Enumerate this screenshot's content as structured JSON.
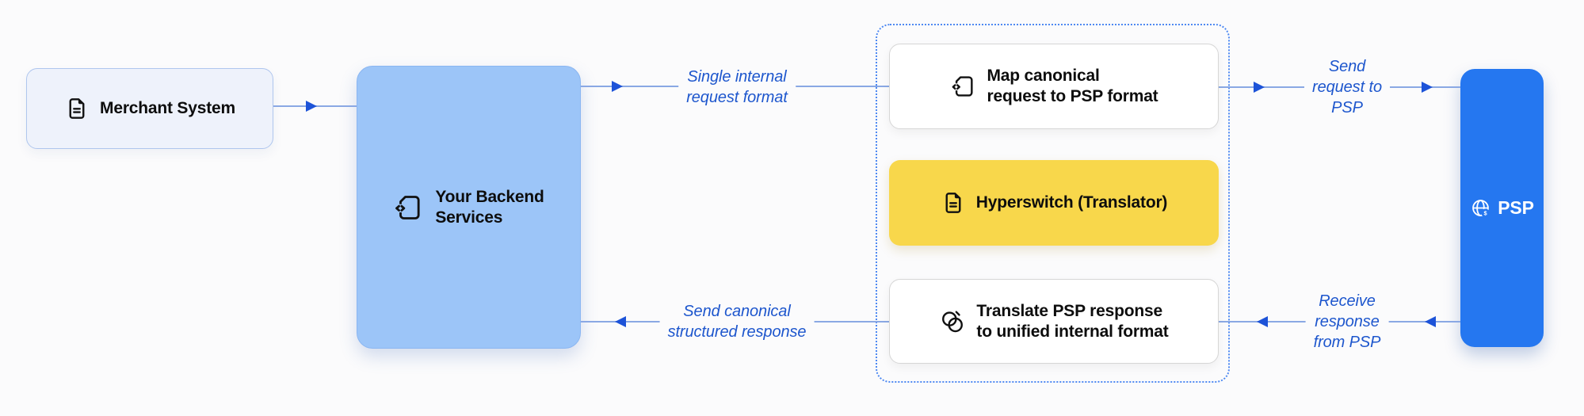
{
  "nodes": {
    "merchant": {
      "label": "Merchant System",
      "icon": "document-icon",
      "fill": "#eef2fb",
      "border": "#afc6ee"
    },
    "backend": {
      "label": "Your Backend\nServices",
      "icon": "code-file-icon",
      "fill": "#9cc5f8"
    },
    "translator_group": {
      "map_request": {
        "label": "Map canonical\nrequest to PSP format",
        "icon": "code-file-icon",
        "fill": "#ffffff"
      },
      "hyperswitch": {
        "label": "Hyperswitch (Translator)",
        "icon": "document-icon",
        "fill": "#f8d74b"
      },
      "translate_response": {
        "label": "Translate PSP response\nto unified internal format",
        "icon": "overlapping-circles-icon",
        "fill": "#ffffff"
      }
    },
    "psp": {
      "label": "PSP",
      "icon": "globe-currency-icon",
      "fill": "#2577f0"
    }
  },
  "edges": {
    "backend_to_map": {
      "label": "Single internal\nrequest format",
      "direction": "right"
    },
    "map_to_psp": {
      "label": "Send\nrequest to\nPSP",
      "direction": "right"
    },
    "psp_to_translate": {
      "label": "Receive\nresponse\nfrom PSP",
      "direction": "left"
    },
    "translate_to_backend": {
      "label": "Send canonical\nstructured response",
      "direction": "left"
    }
  },
  "colors": {
    "page_bg": "#fbfbfc",
    "edge_label_text": "#1d56cd",
    "connector_line": "#8aa8e4",
    "arrowhead": "#1d53d8",
    "group_dotted_border": "#4e89f2",
    "hyperswitch_yellow": "#f8d74b",
    "psp_blue": "#2577f0",
    "backend_blue": "#9cc5f8"
  }
}
